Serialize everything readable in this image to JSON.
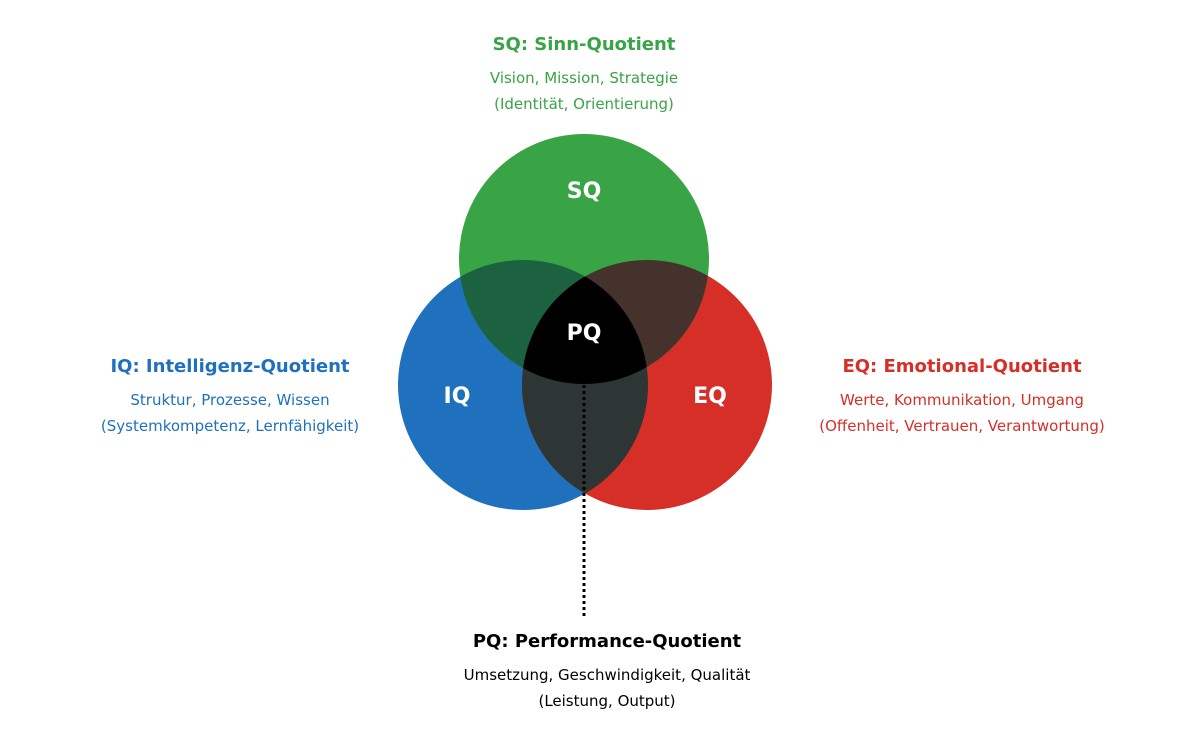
{
  "colors": {
    "sq": "#38a445",
    "iq": "#2071bd",
    "eq": "#d52f28",
    "sq_iq": "#1c6140",
    "sq_eq": "#46322d",
    "iq_eq": "#2e3535",
    "pq": "#000000"
  },
  "circles": {
    "sq": "SQ",
    "iq": "IQ",
    "eq": "EQ",
    "pq": "PQ"
  },
  "sq": {
    "title": "SQ: Sinn-Quotient",
    "line1": "Vision, Mission, Strategie",
    "line2": "(Identität, Orientierung)"
  },
  "iq": {
    "title": "IQ:  Intelligenz-Quotient",
    "line1": "Struktur, Prozesse, Wissen",
    "line2": "(Systemkompetenz, Lernfähigkeit)"
  },
  "eq": {
    "title": "EQ:  Emotional-Quotient",
    "line1": "Werte, Kommunikation, Umgang",
    "line2": "(Offenheit, Vertrauen, Verantwortung)"
  },
  "pq": {
    "title": "PQ: Performance-Quotient",
    "line1": "Umsetzung, Geschwindigkeit, Qualität",
    "line2": "(Leistung, Output)"
  }
}
